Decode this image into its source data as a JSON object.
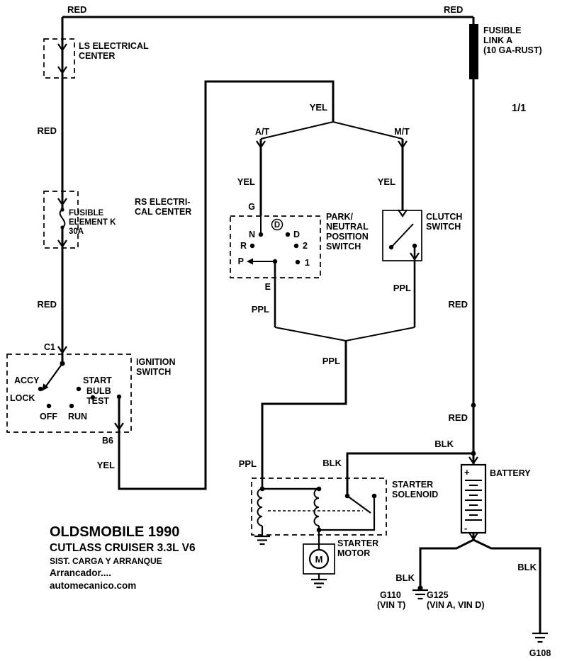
{
  "page_ref": "1/1",
  "colors": {
    "wire": "#000000",
    "background": "#ffffff",
    "text": "#000000"
  },
  "wire_colors": {
    "red": "RED",
    "yellow": "YEL",
    "purple": "PPL",
    "black": "BLK"
  },
  "branches": {
    "automatic": "A/T",
    "manual": "M/T"
  },
  "components": {
    "ls_electrical_center": {
      "label_line1": "LS ELECTRICAL",
      "label_line2": "CENTER"
    },
    "fusible_link_a": {
      "label_line1": "FUSIBLE",
      "label_line2": "LINK A",
      "label_line3": "(10 GA-RUST)"
    },
    "rs_electrical_center": {
      "label_line1": "RS ELECTRI-",
      "label_line2": "CAL CENTER",
      "fuse_line1": "FUSIBLE",
      "fuse_line2": "ELEMENT K",
      "fuse_line3": "30A"
    },
    "ignition_switch": {
      "label_line1": "IGNITION",
      "label_line2": "SWITCH",
      "connector_in": "C1",
      "connector_out": "B6",
      "pos_accy": "ACCY",
      "pos_lock": "LOCK",
      "pos_start": "START",
      "pos_bulb_line1": "BULB",
      "pos_bulb_line2": "TEST",
      "pos_off": "OFF",
      "pos_run": "RUN"
    },
    "park_neutral_switch": {
      "label_line1": "PARK/",
      "label_line2": "NEUTRAL",
      "label_line3": "POSITION",
      "label_line4": "SWITCH",
      "term_g": "G",
      "term_n": "N",
      "term_d": "D",
      "term_d_pointer": "D",
      "term_r": "R",
      "term_2": "2",
      "term_p": "P",
      "term_1": "1",
      "term_e": "E"
    },
    "clutch_switch": {
      "label_line1": "CLUTCH",
      "label_line2": "SWITCH"
    },
    "battery": {
      "label": "BATTERY",
      "positive": "+",
      "negative": "-"
    },
    "starter_solenoid": {
      "label_line1": "STARTER",
      "label_line2": "SOLENOID"
    },
    "starter_motor": {
      "label_line1": "STARTER",
      "label_line2": "MOTOR",
      "symbol": "M"
    }
  },
  "grounds": {
    "g110": {
      "id": "G110",
      "note": "(VIN T)"
    },
    "g125": {
      "id": "G125",
      "note": "(VIN A, VIN D)"
    },
    "g108": {
      "id": "G108"
    }
  },
  "title_block": {
    "line1": "OLDSMOBILE 1990",
    "line2": "CUTLASS CRUISER  3.3L  V6",
    "line3": "SIST. CARGA Y ARRANQUE",
    "line4": "Arrancador....",
    "line5": "automecanico.com"
  }
}
